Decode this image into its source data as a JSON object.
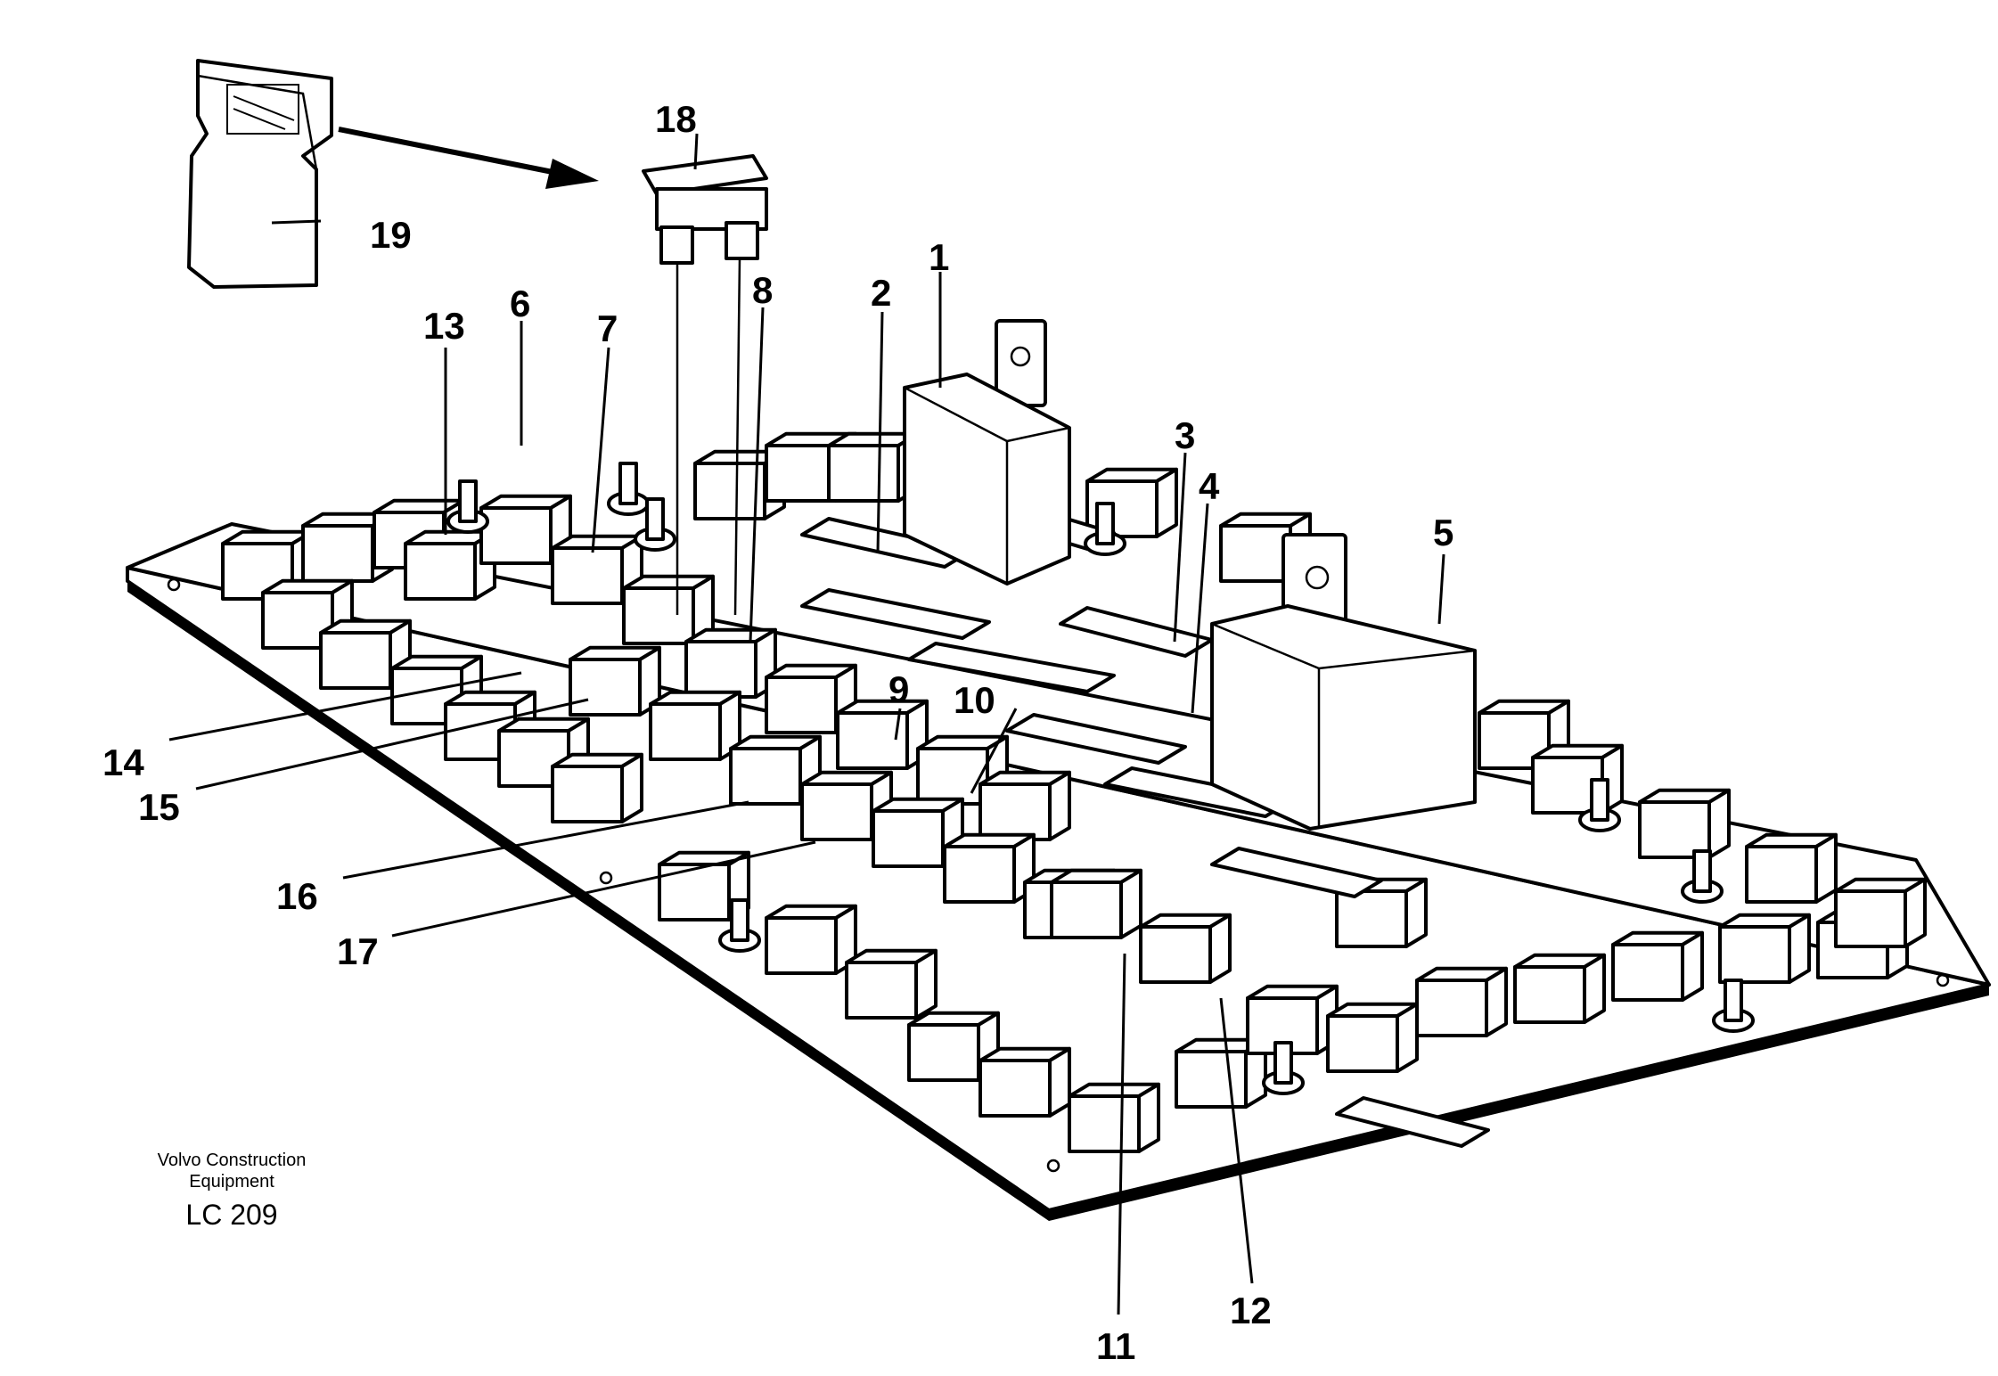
{
  "caption": {
    "company_line1": "Volvo Construction",
    "company_line2": "Equipment",
    "drawing_code": "LC 209"
  },
  "callouts": [
    {
      "id": "1",
      "label": "1"
    },
    {
      "id": "2",
      "label": "2"
    },
    {
      "id": "3",
      "label": "3"
    },
    {
      "id": "4",
      "label": "4"
    },
    {
      "id": "5",
      "label": "5"
    },
    {
      "id": "6",
      "label": "6"
    },
    {
      "id": "7",
      "label": "7"
    },
    {
      "id": "8",
      "label": "8"
    },
    {
      "id": "9",
      "label": "9"
    },
    {
      "id": "10",
      "label": "10"
    },
    {
      "id": "11",
      "label": "11"
    },
    {
      "id": "12",
      "label": "12"
    },
    {
      "id": "13",
      "label": "13"
    },
    {
      "id": "14",
      "label": "14"
    },
    {
      "id": "15",
      "label": "15"
    },
    {
      "id": "16",
      "label": "16"
    },
    {
      "id": "17",
      "label": "17"
    },
    {
      "id": "18",
      "label": "18"
    },
    {
      "id": "19",
      "label": "19"
    }
  ]
}
